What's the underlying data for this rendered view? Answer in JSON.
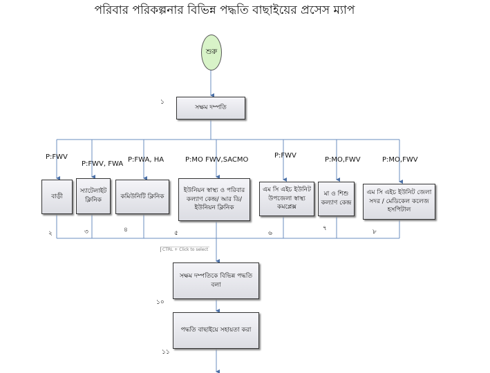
{
  "title": "পরিবার পরিকল্পনার বিভিন্ন পদ্ধতি বাছাইয়ের প্রসেস ম্যাপ",
  "start": "শুরু",
  "step1": {
    "num": "১",
    "text": "সক্ষম দম্পতি"
  },
  "branches": [
    {
      "role": "P:FWV",
      "text": "বাড়ী",
      "num": "২"
    },
    {
      "role": "P:FWV, FWA",
      "text": "স্যাটেলাইট ক্লিনিক",
      "num": "৩"
    },
    {
      "role": "P:FWA, HA",
      "text": "কমিউনিটি ক্লিনিক",
      "num": "৪"
    },
    {
      "role": "P:MO FWV,SACMO",
      "text": "ইউনিয়ন স্বাস্থ্য ও পরিবার কল্যাণ কেন্দ্র/ আর ডি/ ইউনিয়ন ক্লিনিক",
      "num": "৫"
    },
    {
      "role": "P:FWV",
      "text": "এম সি এইচ ইউনিট উপজেলা স্বাস্থ্য কমপ্লেক্স",
      "num": "৬"
    },
    {
      "role": "P:MO,FWV",
      "text": "মা ও শিশু কল্যাণ কেন্দ্র",
      "num": "৭"
    },
    {
      "role": "P:MO,FWV",
      "text": "এম সি এইচ ইউনিট জেলা সদর / মেডিকেল কলেজ হসপিটাল",
      "num": "৮"
    }
  ],
  "tooltip": "CTRL + Click to select",
  "step10": {
    "num": "১০",
    "text": "সক্ষম দম্পতিকে বিভিন্ন পদ্ধতি বলা"
  },
  "step11": {
    "num": "১১",
    "text": "পদ্ধতি বাছাইয়ে সহায়তা করা"
  }
}
